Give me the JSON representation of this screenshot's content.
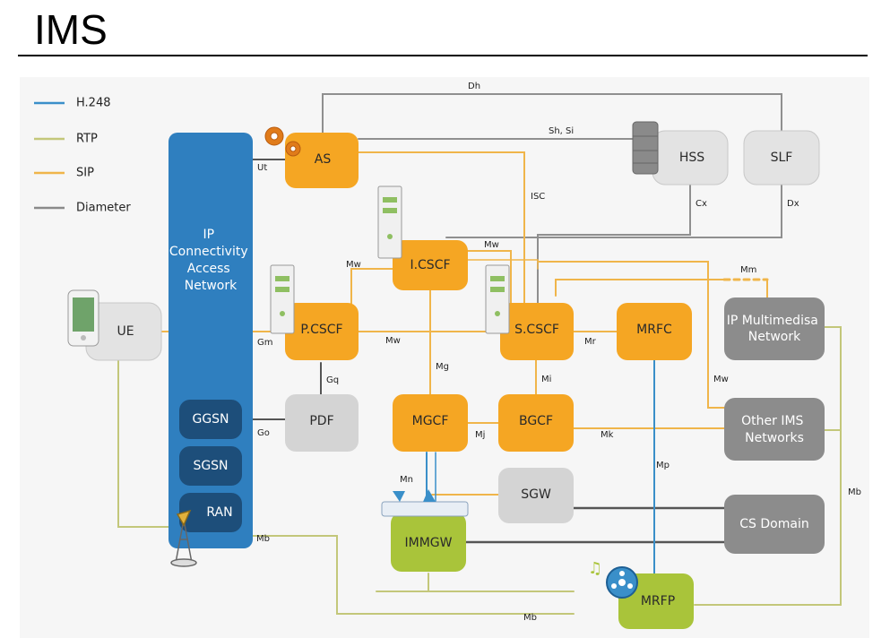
{
  "title": "IMS",
  "legend": {
    "items": [
      {
        "label": "H.248",
        "color": "#3a8fc9"
      },
      {
        "label": "RTP",
        "color": "#c3c77a"
      },
      {
        "label": "SIP",
        "color": "#f0b54a"
      },
      {
        "label": "Diameter",
        "color": "#8a8a8a"
      }
    ]
  },
  "nodes": {
    "ip_can": "IP\nConnectivity\nAccess\nNetwork",
    "ggsn": "GGSN",
    "sgsn": "SGSN",
    "ran": "RAN",
    "ue": "UE",
    "as": "AS",
    "hss": "HSS",
    "slf": "SLF",
    "icscf": "I.CSCF",
    "pcscf": "P.CSCF",
    "scscf": "S.CSCF",
    "mrfc": "MRFC",
    "ip_multimedia": "IP Multimedisa\nNetwork",
    "other_ims": "Other IMS\nNetworks",
    "pdf": "PDF",
    "mgcf": "MGCF",
    "bgcf": "BGCF",
    "sgw": "SGW",
    "cs_domain": "CS Domain",
    "immgw": "IMMGW",
    "mrfp": "MRFP"
  },
  "interfaces": {
    "dh": "Dh",
    "sh_si": "Sh, Si",
    "ut": "Ut",
    "isc": "ISC",
    "cx": "Cx",
    "dx": "Dx",
    "mw_icscf_scscf": "Mw",
    "mw_pcscf_icscf": "Mw",
    "mw_pcscf_scscf": "Mw",
    "mw_other": "Mw",
    "mm": "Mm",
    "gm": "Gm",
    "gq": "Gq",
    "go": "Go",
    "mg": "Mg",
    "mr": "Mr",
    "mi": "Mi",
    "mj": "Mj",
    "mk": "Mk",
    "mn": "Mn",
    "mp": "Mp",
    "mb_right": "Mb",
    "mb_left": "Mb",
    "mb_bottom": "Mb"
  },
  "colors": {
    "sip_node": "#f5a623",
    "can_blue": "#2f7fbf",
    "can_dark": "#1d4e7a",
    "grey_node": "#cfcfcf",
    "dark_grey_node": "#8c8c8c",
    "green_node": "#a9c43a"
  }
}
